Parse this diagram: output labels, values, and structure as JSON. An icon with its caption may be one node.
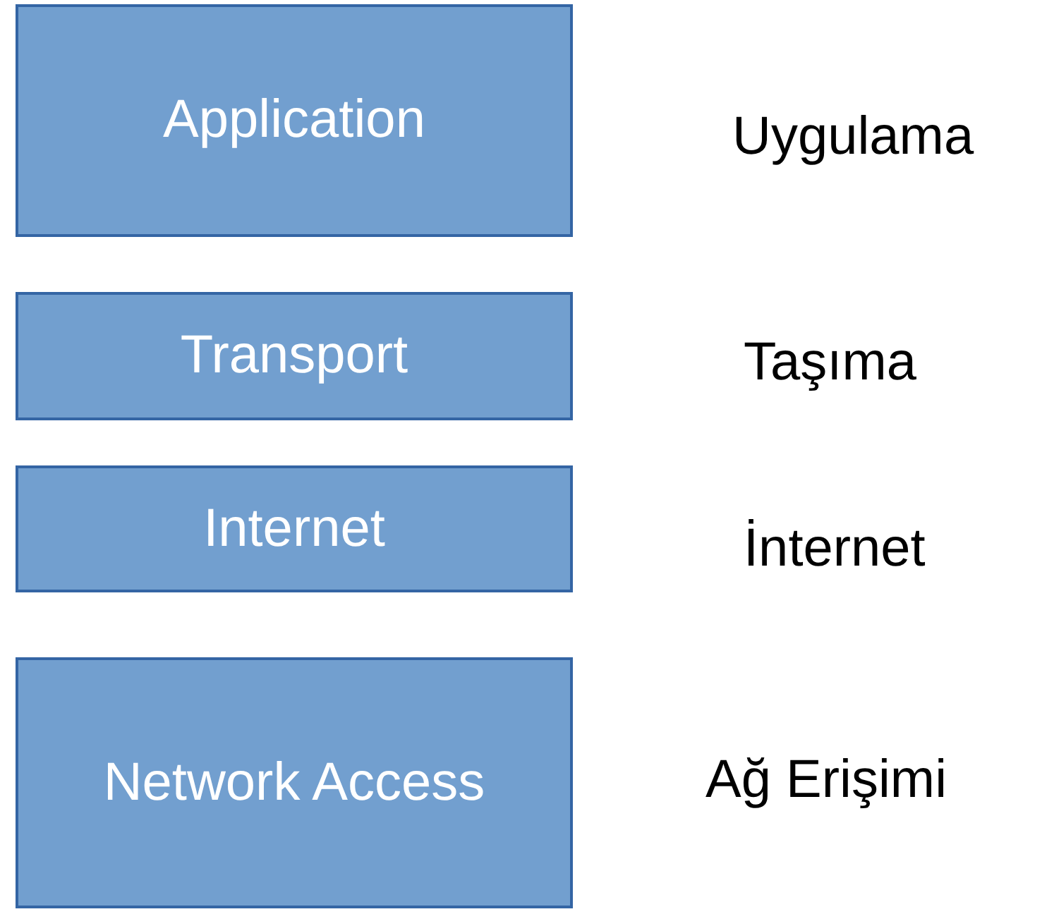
{
  "diagram": {
    "nodes": [
      {
        "text": [
          "Application"
        ],
        "beside": [
          "Uygulama"
        ]
      },
      {
        "text": [
          "Transport"
        ],
        "beside": [
          "Taşıma"
        ]
      },
      {
        "text": [
          "Internet"
        ],
        "beside": [
          "İnternet"
        ]
      },
      {
        "text": [
          "Network Access"
        ],
        "beside": [
          "Ağ Erişimi"
        ]
      }
    ]
  }
}
